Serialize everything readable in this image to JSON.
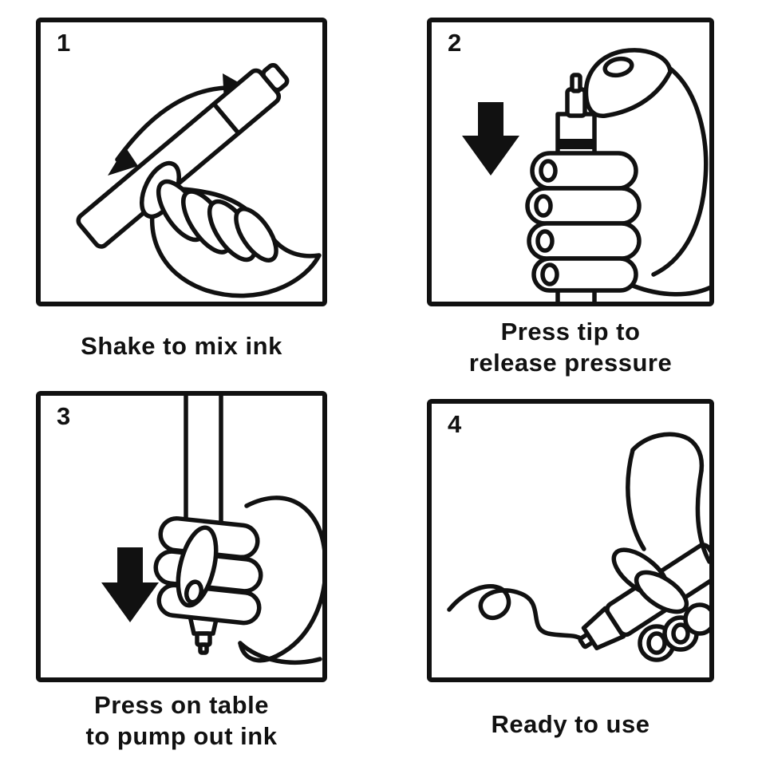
{
  "page": {
    "background_color": "#ffffff",
    "line_color": "#111111",
    "arrow_fill_color": "#111111"
  },
  "panels": [
    {
      "number": "1",
      "caption_lines": [
        "Shake to mix ink"
      ],
      "illustration": "shake-marker-illustration",
      "icons": [
        "curved-double-arrow-icon",
        "marker-pen-icon",
        "hand-icon"
      ]
    },
    {
      "number": "2",
      "caption_lines": [
        "Press tip to",
        "release pressure"
      ],
      "illustration": "press-tip-illustration",
      "icons": [
        "down-arrow-icon",
        "marker-pen-icon",
        "fist-grip-icon"
      ]
    },
    {
      "number": "3",
      "caption_lines": [
        "Press on table",
        "to pump out ink"
      ],
      "illustration": "press-on-table-illustration",
      "icons": [
        "down-arrow-icon",
        "marker-pen-icon",
        "hand-grip-icon"
      ]
    },
    {
      "number": "4",
      "caption_lines": [
        "Ready to use"
      ],
      "illustration": "ready-to-use-illustration",
      "icons": [
        "marker-pen-icon",
        "writing-hand-icon",
        "squiggle-line-icon"
      ]
    }
  ]
}
